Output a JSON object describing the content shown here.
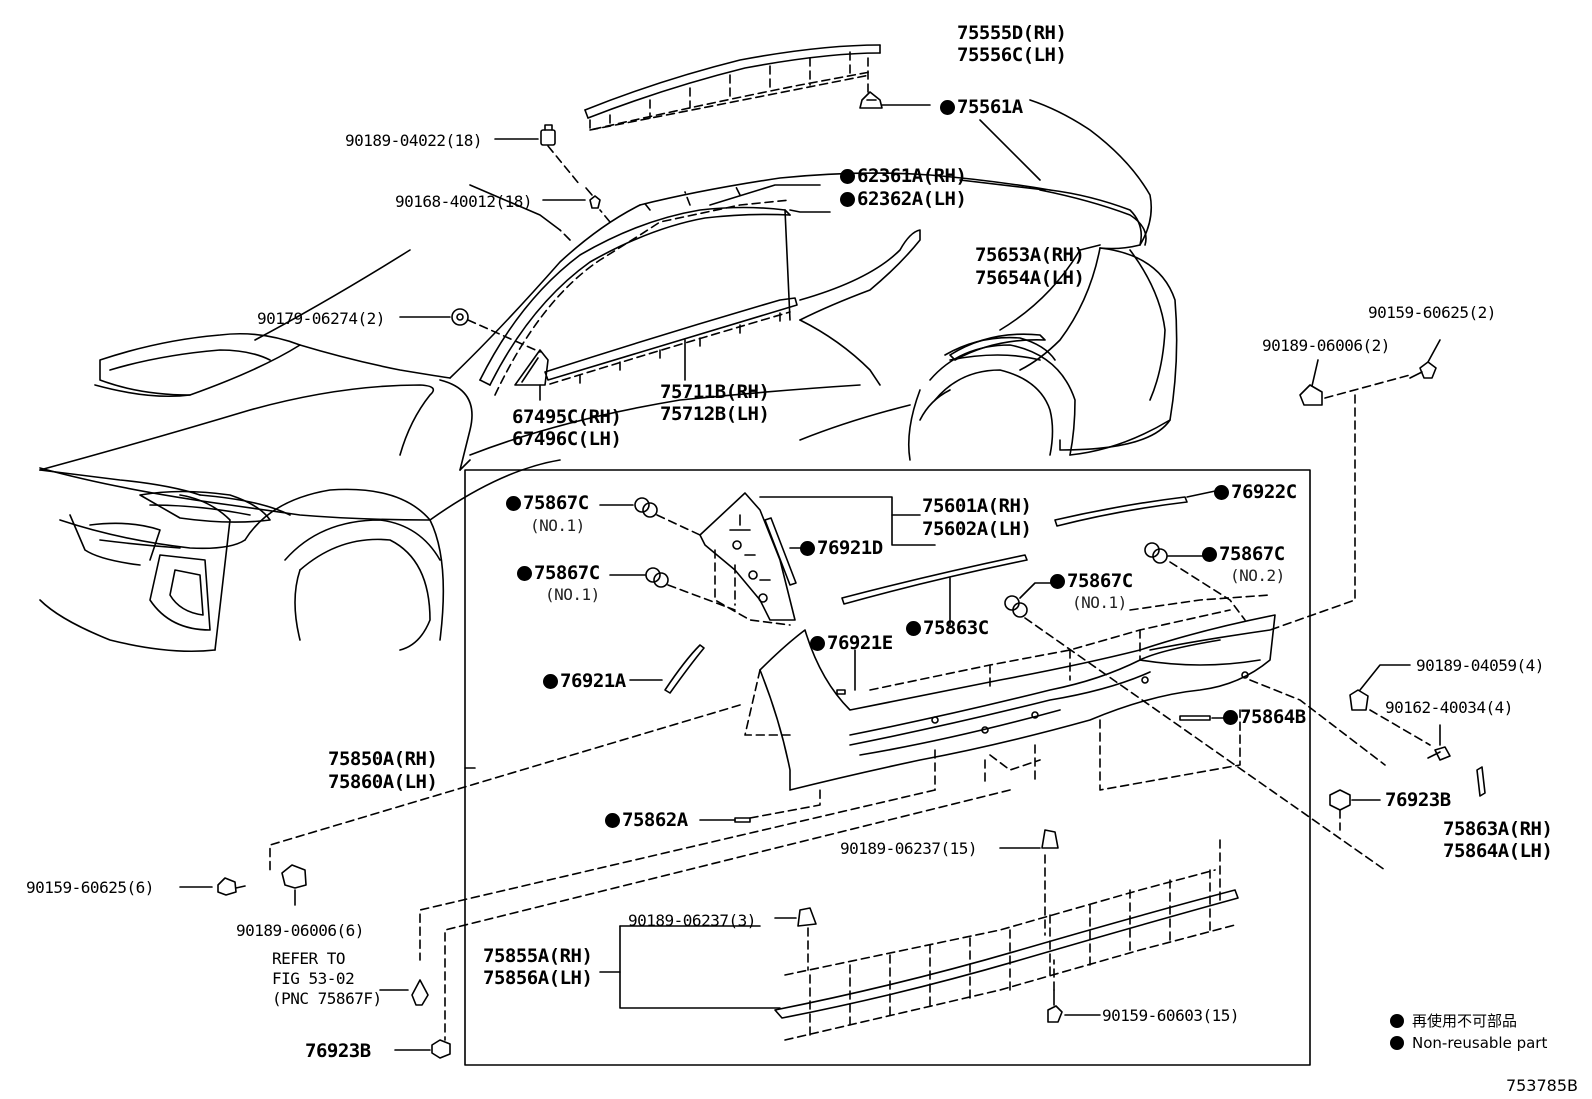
{
  "labels": {
    "p75555d": "75555D(RH)",
    "p75556c": "75556C(LH)",
    "p75561a": "75561A",
    "p9018904022": "90189-04022(18)",
    "p9016840012": "90168-40012(18)",
    "p62361a": "62361A(RH)",
    "p62362a": "62362A(LH)",
    "p75653a": "75653A(RH)",
    "p75654a": "75654A(LH)",
    "p9017906274": "90179-06274(2)",
    "p75711b": "75711B(RH)",
    "p75712b": "75712B(LH)",
    "p67495c": "67495C(RH)",
    "p67496c": "67496C(LH)",
    "p9015960625_2": "90159-60625(2)",
    "p9018906006_2": "90189-06006(2)",
    "p75867c_a": "75867C",
    "p75867c_b": "75867C",
    "p75867c_c": "75867C",
    "p75867c_d": "75867C",
    "no1_a": "(NO.1)",
    "no1_b": "(NO.1)",
    "no1_c": "(NO.1)",
    "no2": "(NO.2)",
    "p75601a": "75601A(RH)",
    "p75602a": "75602A(LH)",
    "p76922c": "76922C",
    "p76921d": "76921D",
    "p75863c": "75863C",
    "p76921e": "76921E",
    "p76921a": "76921A",
    "p75864b": "75864B",
    "p9018904059": "90189-04059(4)",
    "p9016240034": "90162-40034(4)",
    "p76923b_r": "76923B",
    "p75863a": "75863A(RH)",
    "p75864a": "75864A(LH)",
    "p75850a": "75850A(RH)",
    "p75860a": "75860A(LH)",
    "p75862a": "75862A",
    "p9015960625_6": "90159-60625(6)",
    "p9018906006_6": "90189-06006(6)",
    "p9018906237_15": "90189-06237(15)",
    "p9018906237_3": "90189-06237(3)",
    "p75855a": "75855A(RH)",
    "p75856a": "75856A(LH)",
    "refer1": "REFER TO",
    "refer2": "FIG 53-02",
    "refer3": "(PNC 75867F)",
    "p9015960603": "90159-60603(15)",
    "p76923b_b": "76923B"
  },
  "legend": {
    "jp": "再使用不可部品",
    "en": "Non-reusable part"
  },
  "figure_code": "753785B"
}
